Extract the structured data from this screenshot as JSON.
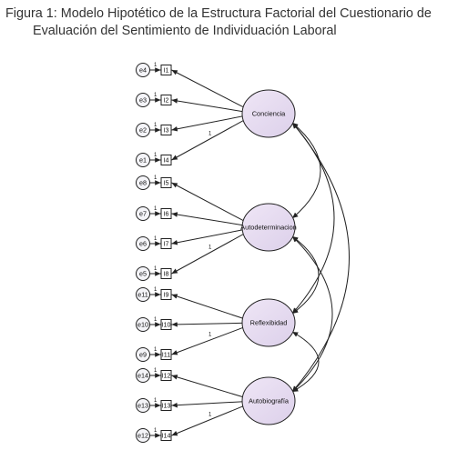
{
  "caption": {
    "line1": "Figura 1: Modelo Hipotético de la Estructura Factorial del Cuestionario de",
    "line2": "Evaluación del Sentimiento de Individuación Laboral"
  },
  "colors": {
    "latent_fill": "#e6dcef",
    "stroke": "#222222"
  },
  "factors": [
    {
      "label": "Conciencia",
      "indicators": [
        {
          "item": "I1",
          "error": "e4"
        },
        {
          "item": "I2",
          "error": "e3"
        },
        {
          "item": "I3",
          "error": "e2"
        },
        {
          "item": "I4",
          "error": "e1"
        }
      ]
    },
    {
      "label": "Autodeterminacion",
      "indicators": [
        {
          "item": "I5",
          "error": "e8"
        },
        {
          "item": "I6",
          "error": "e7"
        },
        {
          "item": "I7",
          "error": "e6"
        },
        {
          "item": "I8",
          "error": "e5"
        }
      ]
    },
    {
      "label": "Reflexibidad",
      "indicators": [
        {
          "item": "I9",
          "error": "e11"
        },
        {
          "item": "I10",
          "error": "e10"
        },
        {
          "item": "I11",
          "error": "e9"
        }
      ]
    },
    {
      "label": "Autobiografía",
      "indicators": [
        {
          "item": "I12",
          "error": "e14"
        },
        {
          "item": "I13",
          "error": "e13"
        },
        {
          "item": "I14",
          "error": "e12"
        }
      ]
    }
  ],
  "fixed_loading_label": "1",
  "error_path_label": "1"
}
